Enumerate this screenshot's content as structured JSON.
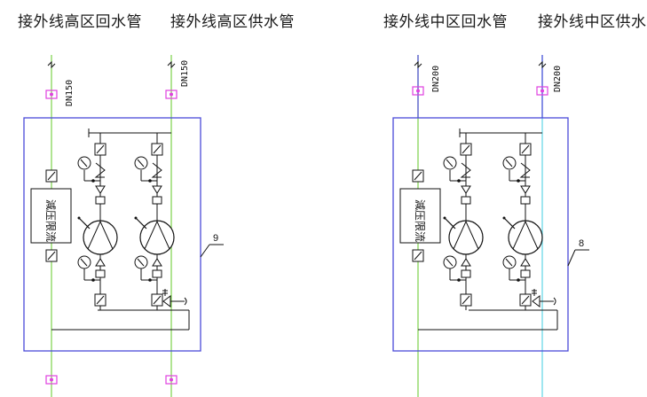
{
  "pipes": {
    "left_return": "接外线高区回水管",
    "left_supply": "接外线高区供水管",
    "right_return": "接外线中区回水管",
    "right_supply": "接外线中区供水管"
  },
  "sizes": {
    "left_return": "DN150",
    "left_supply": "DN150",
    "right_return": "DN200",
    "right_supply": "DN200"
  },
  "units": {
    "left_ref": "9",
    "right_ref": "8",
    "left_box": "減压限流",
    "right_box": "減压限流"
  },
  "colors": {
    "return_pipe_left": "#7cd14a",
    "supply_pipe_left": "#7cd14a",
    "return_pipe_right": "#7cd14a",
    "supply_pipe_right": "#5fd6e6",
    "enclosure": "#4a4ad8",
    "flange": "#e040e0"
  }
}
